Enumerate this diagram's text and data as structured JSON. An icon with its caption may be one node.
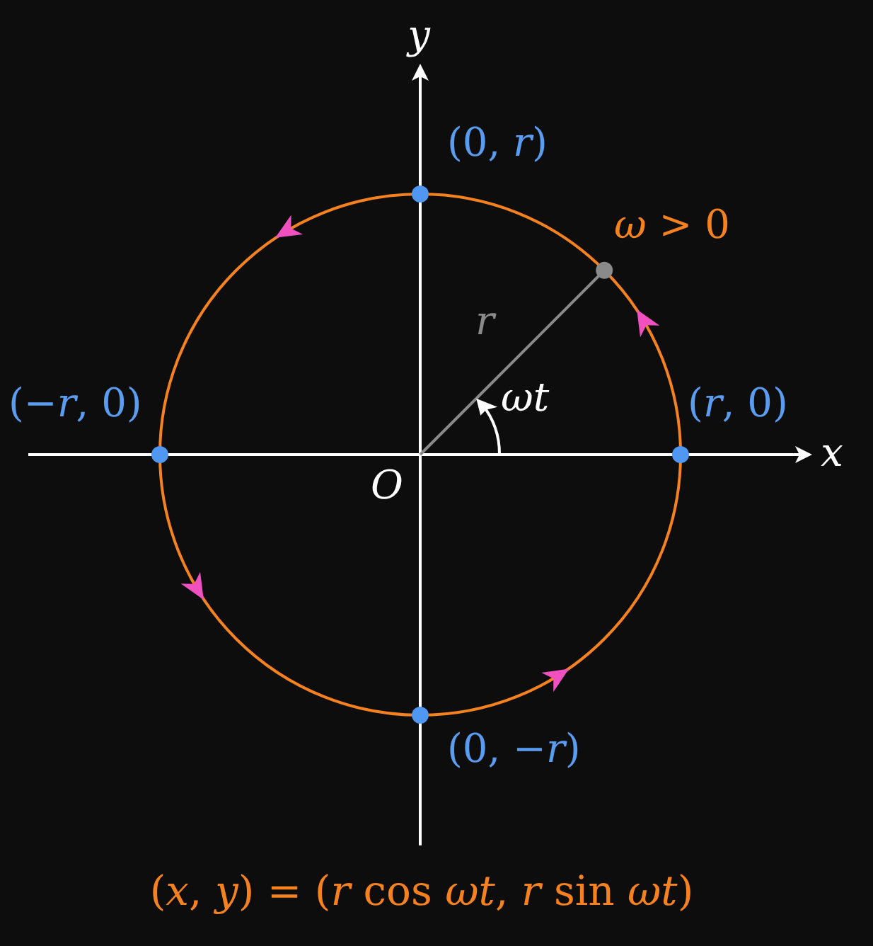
{
  "diagram": {
    "caption": "(*x*, *y*) = (*r* cos *ωt*, *r* sin *ωt*)",
    "labels": [
      "*y*",
      "(0, *r*)",
      "*ω* > 0",
      "*r*",
      "*ωt*",
      "(−*r*, 0)",
      "(*r*, 0)",
      "*x*",
      "*O*",
      "(0, −*r*)"
    ]
  }
}
